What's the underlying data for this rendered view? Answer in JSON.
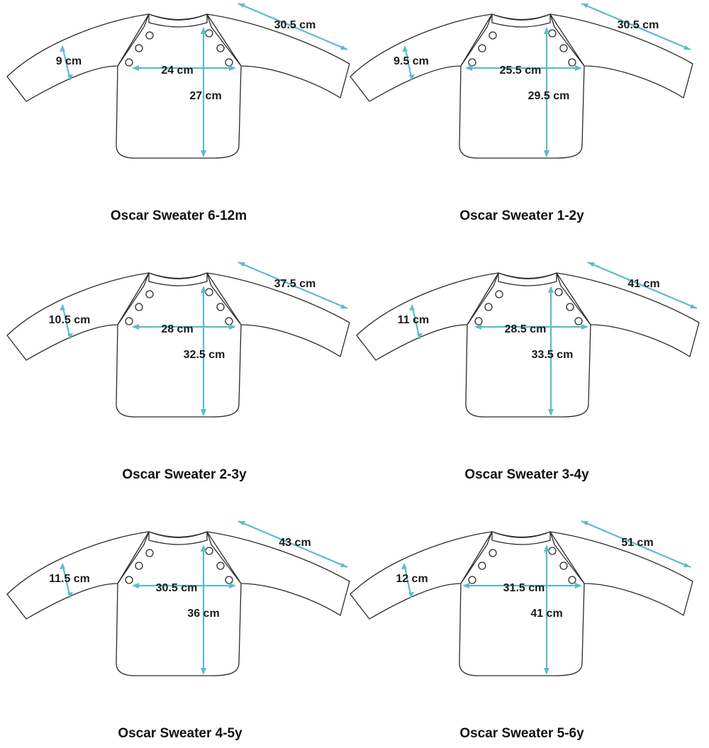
{
  "colors": {
    "measure_line": "#5bbcc8",
    "outline": "#2b2b2b",
    "text": "#1a1a1a",
    "background": "#ffffff"
  },
  "icons": {
    "button": "circle-button-icon"
  },
  "sweaters": [
    {
      "title": "Oscar Sweater 6-12m",
      "sleeve_length": "30.5 cm",
      "sleeve_width": "9 cm",
      "chest_width": "24 cm",
      "body_length": "27 cm"
    },
    {
      "title": "Oscar Sweater 1-2y",
      "sleeve_length": "30.5 cm",
      "sleeve_width": "9.5 cm",
      "chest_width": "25.5 cm",
      "body_length": "29.5 cm"
    },
    {
      "title": "Oscar Sweater 2-3y",
      "sleeve_length": "37.5 cm",
      "sleeve_width": "10.5 cm",
      "chest_width": "28 cm",
      "body_length": "32.5 cm"
    },
    {
      "title": "Oscar Sweater 3-4y",
      "sleeve_length": "41 cm",
      "sleeve_width": "11 cm",
      "chest_width": "28.5 cm",
      "body_length": "33.5 cm"
    },
    {
      "title": "Oscar Sweater 4-5y",
      "sleeve_length": "43 cm",
      "sleeve_width": "11.5 cm",
      "chest_width": "30.5 cm",
      "body_length": "36 cm"
    },
    {
      "title": "Oscar Sweater 5-6y",
      "sleeve_length": "51 cm",
      "sleeve_width": "12 cm",
      "chest_width": "31.5 cm",
      "body_length": "41 cm"
    }
  ]
}
